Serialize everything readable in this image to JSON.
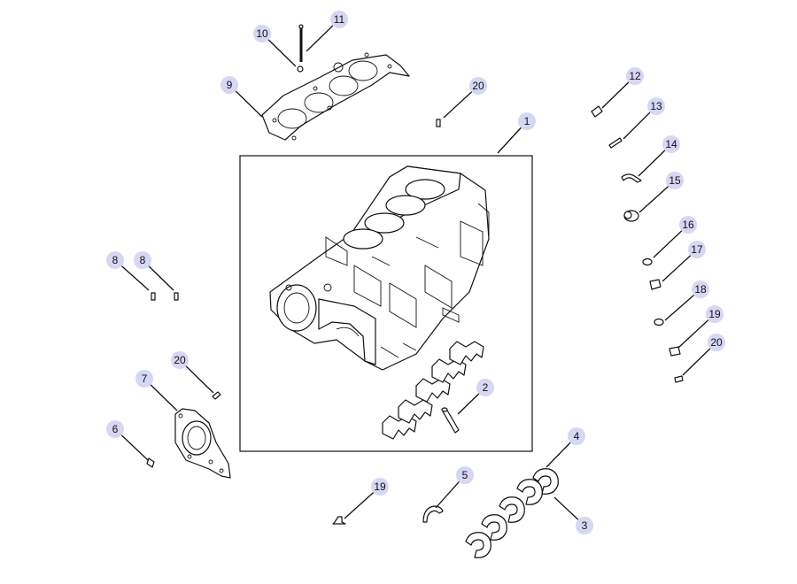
{
  "callouts": {
    "c1": "1",
    "c2": "2",
    "c3": "3",
    "c4": "4",
    "c5": "5",
    "c6": "6",
    "c7": "7",
    "c8a": "8",
    "c8b": "8",
    "c9": "9",
    "c10": "10",
    "c11": "11",
    "c12": "12",
    "c13": "13",
    "c14": "14",
    "c15": "15",
    "c16": "16",
    "c17": "17",
    "c18": "18",
    "c19a": "19",
    "c19b": "19",
    "c20a": "20",
    "c20b": "20",
    "c20c": "20"
  },
  "colors": {
    "callout_fill": "#d6d6f5",
    "line": "#111111"
  }
}
